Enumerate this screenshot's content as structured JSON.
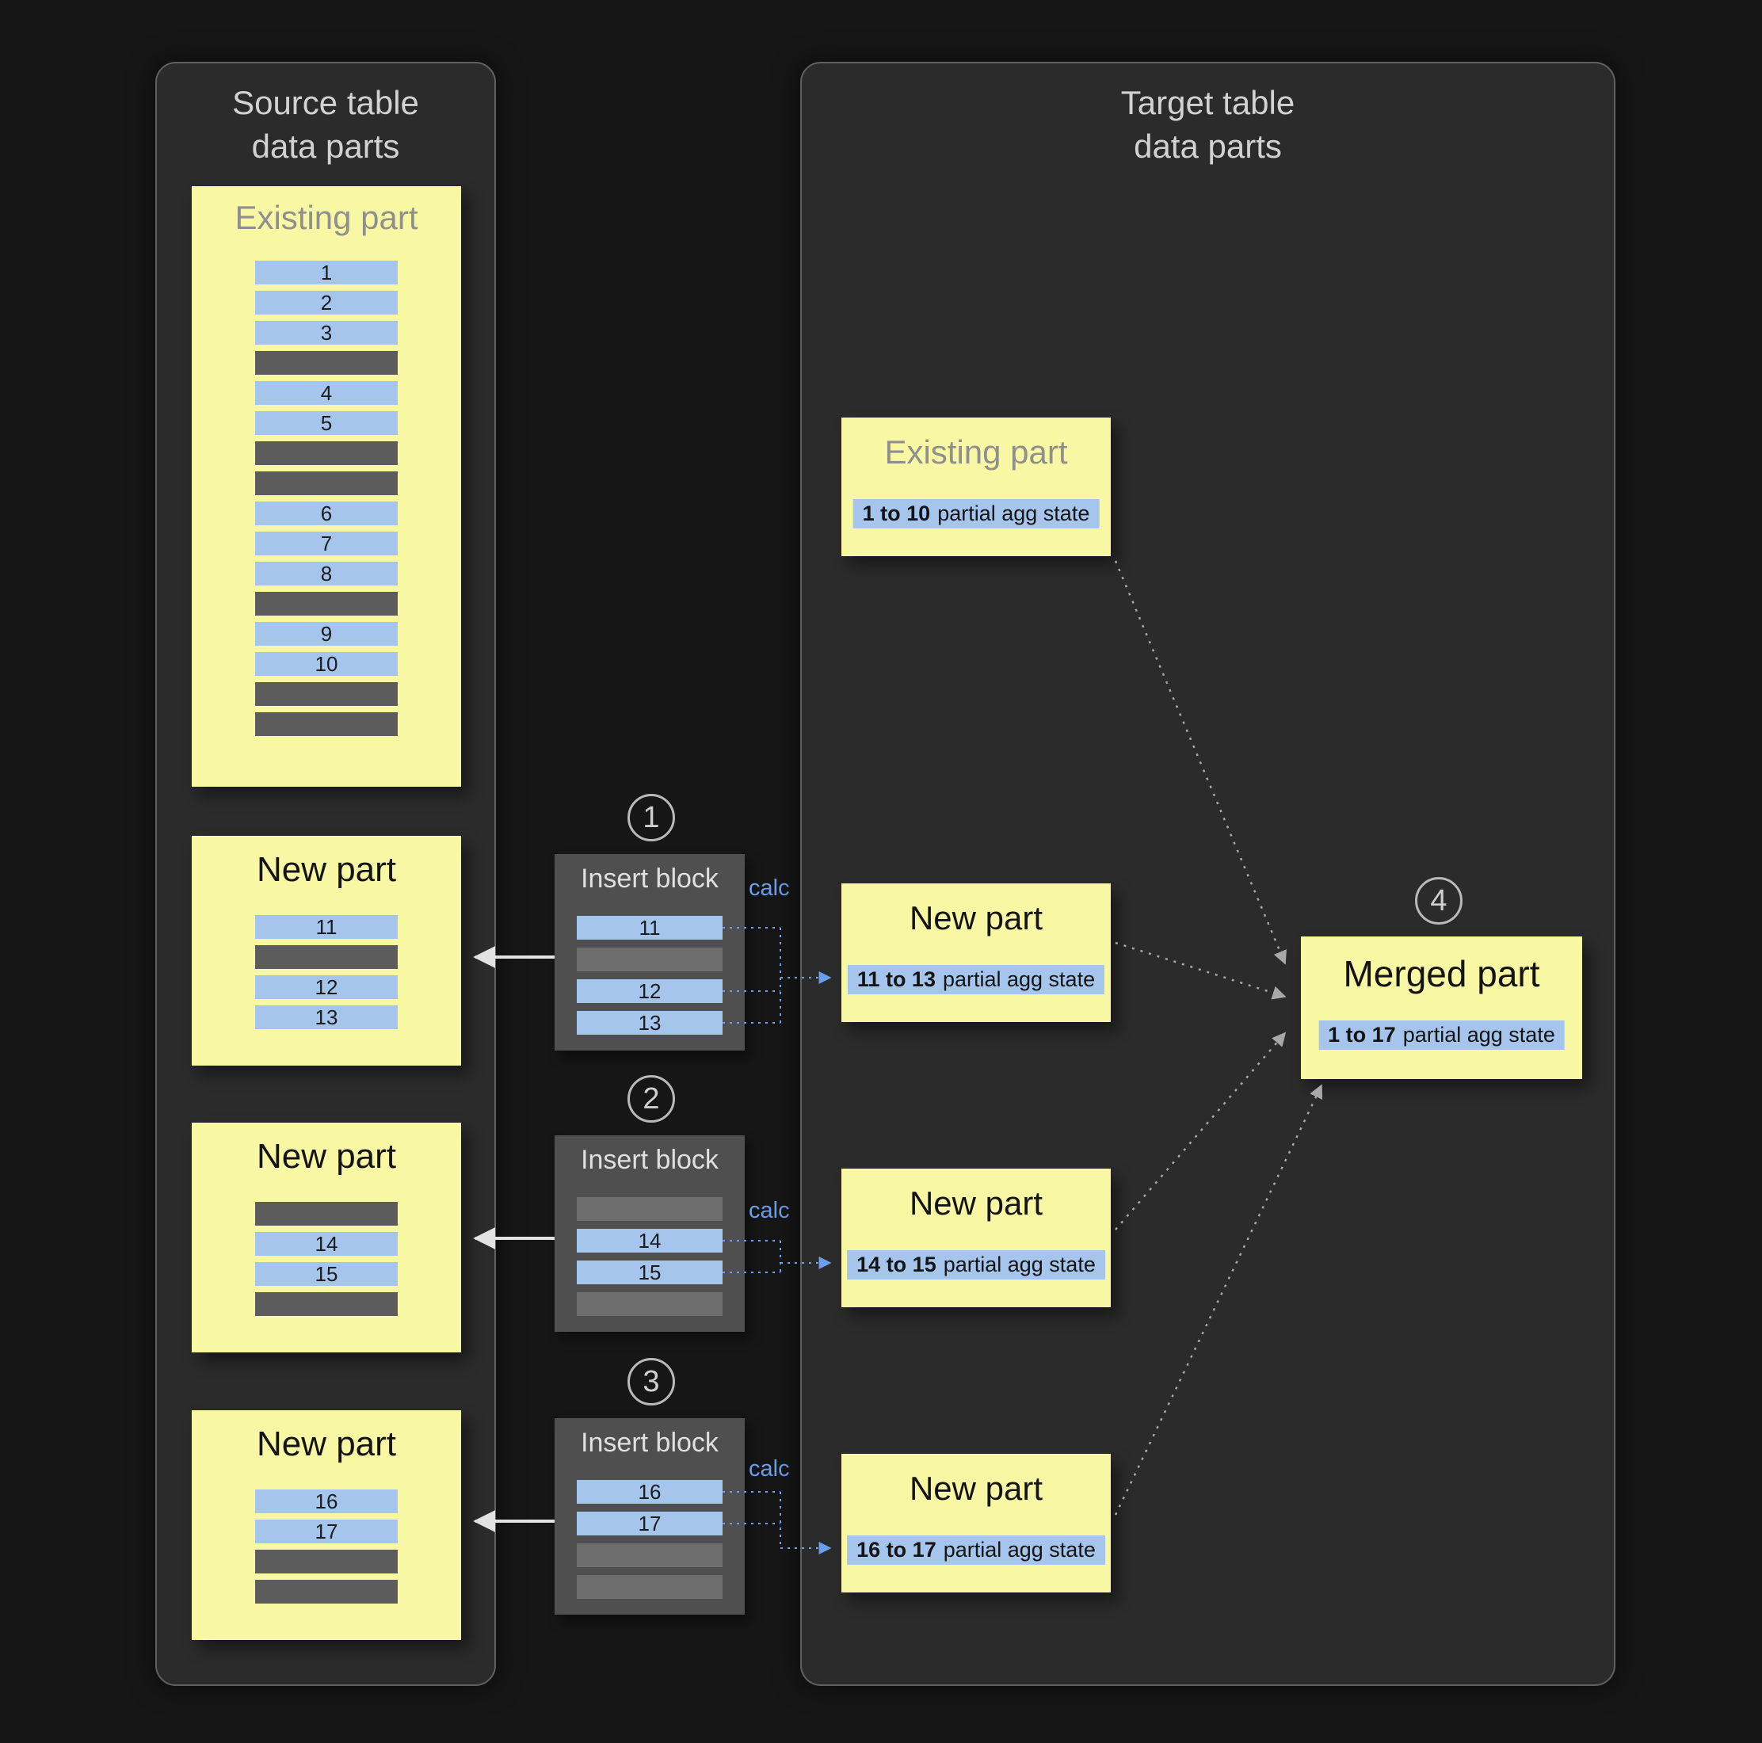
{
  "colors": {
    "background": "#161616",
    "panel": "#2b2b2b",
    "card_yellow": "#f8f8a4",
    "row_blue": "#a5c5ec",
    "row_gray": "#5c5c5c",
    "insert_block": "#4f4f4f",
    "calc_blue": "#6d9eeb"
  },
  "source_panel": {
    "title": "Source table\ndata parts",
    "existing_part": {
      "title": "Existing part",
      "rows": [
        {
          "label": "1",
          "type": "blue"
        },
        {
          "label": "2",
          "type": "blue"
        },
        {
          "label": "3",
          "type": "blue"
        },
        {
          "label": "",
          "type": "gray"
        },
        {
          "label": "4",
          "type": "blue"
        },
        {
          "label": "5",
          "type": "blue"
        },
        {
          "label": "",
          "type": "gray"
        },
        {
          "label": "",
          "type": "gray"
        },
        {
          "label": "6",
          "type": "blue"
        },
        {
          "label": "7",
          "type": "blue"
        },
        {
          "label": "8",
          "type": "blue"
        },
        {
          "label": "",
          "type": "gray"
        },
        {
          "label": "9",
          "type": "blue"
        },
        {
          "label": "10",
          "type": "blue"
        },
        {
          "label": "",
          "type": "gray"
        },
        {
          "label": "",
          "type": "gray"
        }
      ]
    },
    "new_parts": [
      {
        "title": "New part",
        "rows": [
          {
            "label": "11",
            "type": "blue"
          },
          {
            "label": "",
            "type": "gray"
          },
          {
            "label": "12",
            "type": "blue"
          },
          {
            "label": "13",
            "type": "blue"
          }
        ]
      },
      {
        "title": "New part",
        "rows": [
          {
            "label": "",
            "type": "gray"
          },
          {
            "label": "14",
            "type": "blue"
          },
          {
            "label": "15",
            "type": "blue"
          },
          {
            "label": "",
            "type": "gray"
          }
        ]
      },
      {
        "title": "New part",
        "rows": [
          {
            "label": "16",
            "type": "blue"
          },
          {
            "label": "17",
            "type": "blue"
          },
          {
            "label": "",
            "type": "gray"
          },
          {
            "label": "",
            "type": "gray"
          }
        ]
      }
    ]
  },
  "insert_blocks": [
    {
      "step": "1",
      "title": "Insert block",
      "calc_label": "calc",
      "rows": [
        {
          "label": "11",
          "type": "blue"
        },
        {
          "label": "",
          "type": "gray"
        },
        {
          "label": "12",
          "type": "blue"
        },
        {
          "label": "13",
          "type": "blue"
        }
      ]
    },
    {
      "step": "2",
      "title": "Insert block",
      "calc_label": "calc",
      "rows": [
        {
          "label": "",
          "type": "gray"
        },
        {
          "label": "14",
          "type": "blue"
        },
        {
          "label": "15",
          "type": "blue"
        },
        {
          "label": "",
          "type": "gray"
        }
      ]
    },
    {
      "step": "3",
      "title": "Insert block",
      "calc_label": "calc",
      "rows": [
        {
          "label": "16",
          "type": "blue"
        },
        {
          "label": "17",
          "type": "blue"
        },
        {
          "label": "",
          "type": "gray"
        },
        {
          "label": "",
          "type": "gray"
        }
      ]
    }
  ],
  "target_panel": {
    "title": "Target table\ndata parts",
    "existing_part": {
      "title": "Existing part",
      "chip_range": "1 to 10",
      "chip_rest": "partial agg state"
    },
    "new_parts": [
      {
        "title": "New part",
        "chip_range": "11 to 13",
        "chip_rest": "partial agg state"
      },
      {
        "title": "New part",
        "chip_range": "14 to 15",
        "chip_rest": "partial agg state"
      },
      {
        "title": "New part",
        "chip_range": "16 to 17",
        "chip_rest": "partial agg state"
      }
    ],
    "merged_part": {
      "step": "4",
      "title": "Merged part",
      "chip_range": "1 to 17",
      "chip_rest": "partial agg state"
    }
  }
}
